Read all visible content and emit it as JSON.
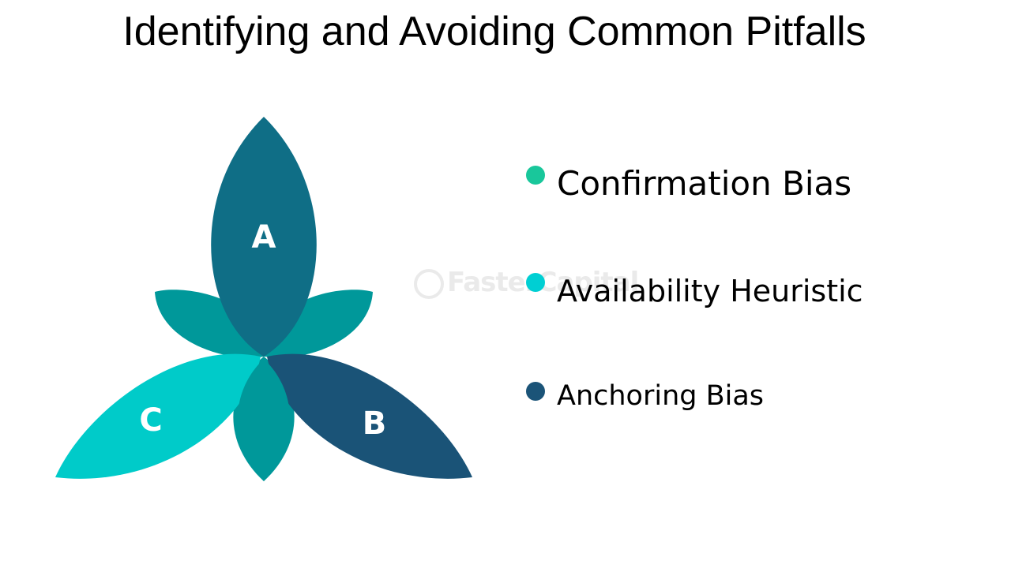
{
  "title": "Identifying and Avoiding Common Pitfalls",
  "petals": [
    {
      "label": "A",
      "color": "#0f6e86"
    },
    {
      "label": "B",
      "color": "#1a5377"
    },
    {
      "label": "C",
      "color": "#00cbc9"
    }
  ],
  "inner_petal_color": "#00989a",
  "bullets": [
    {
      "text": "Confirmation Bias",
      "dot_color": "#19c79b"
    },
    {
      "text": "Availability Heuristic",
      "dot_color": "#00cfd3"
    },
    {
      "text": "Anchoring Bias",
      "dot_color": "#1b5478"
    }
  ],
  "watermark": "FasterCapital"
}
